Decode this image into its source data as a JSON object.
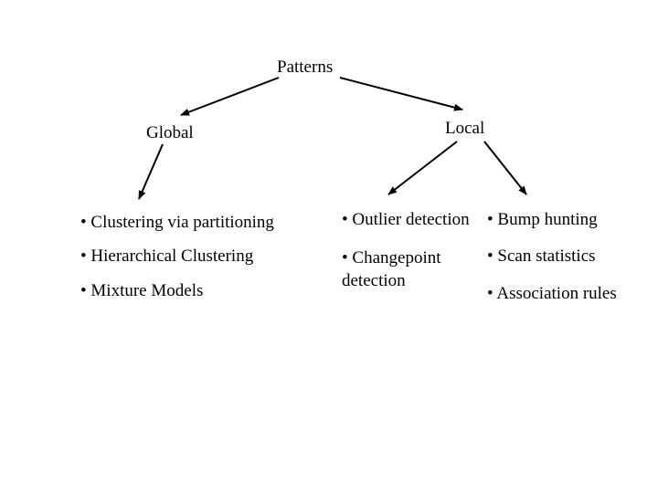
{
  "diagram": {
    "root": {
      "label": "Patterns"
    },
    "branches": [
      {
        "label": "Global"
      },
      {
        "label": "Local"
      }
    ],
    "global_items": [
      "• Clustering via partitioning",
      "• Hierarchical Clustering",
      "• Mixture Models"
    ],
    "local_items_column1": [
      "• Outlier detection",
      "• Changepoint detection"
    ],
    "local_items_column2": [
      "• Bump hunting",
      "• Scan statistics",
      "• Association rules"
    ],
    "colors": {
      "background": "#ffffff",
      "text": "#000000",
      "arrow": "#000000"
    }
  }
}
